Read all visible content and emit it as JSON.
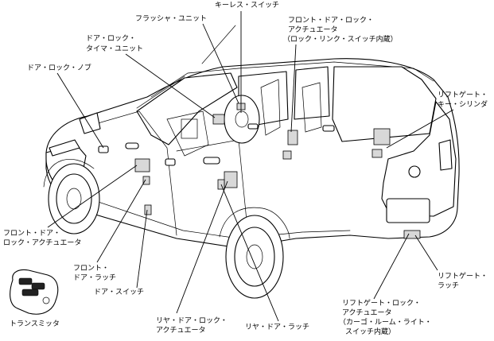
{
  "labels": {
    "keyless_switch": "キーレス・スイッチ",
    "flasher_unit": "フラッシャ・ユニット",
    "front_door_lock_actuator_top_l1": "フロント・ドア・ロック・",
    "front_door_lock_actuator_top_l2": "アクチュエータ",
    "front_door_lock_actuator_top_l3": "（ロック・リンク・スイッチ内蔵）",
    "door_lock_timer_l1": "ドア・ロック・",
    "door_lock_timer_l2": "タイマ・ユニット",
    "door_lock_knob": "ドア・ロック・ノブ",
    "liftgate_key_cylinder_l1": "リフトゲート・",
    "liftgate_key_cylinder_l2": "キー・シリンダ",
    "front_door_lock_actuator_left_l1": "フロント・ドア・",
    "front_door_lock_actuator_left_l2": "ロック・アクチュエータ",
    "front_door_latch_l1": "フロント・",
    "front_door_latch_l2": "ドア・ラッチ",
    "door_switch": "ドア・スイッチ",
    "transmitter": "トランスミッタ",
    "rear_door_lock_actuator_l1": "リヤ・ドア・ロック・",
    "rear_door_lock_actuator_l2": "アクチュエータ",
    "rear_door_latch": "リヤ・ドア・ラッチ",
    "liftgate_latch_l1": "リフトゲート・",
    "liftgate_latch_l2": "ラッチ",
    "liftgate_lock_actuator_l1": "リフトゲート・ロック・",
    "liftgate_lock_actuator_l2": "アクチュエータ",
    "liftgate_lock_actuator_l3": "（カーゴ・ルーム・ライト・",
    "liftgate_lock_actuator_l4": "スイッチ内蔵）"
  }
}
